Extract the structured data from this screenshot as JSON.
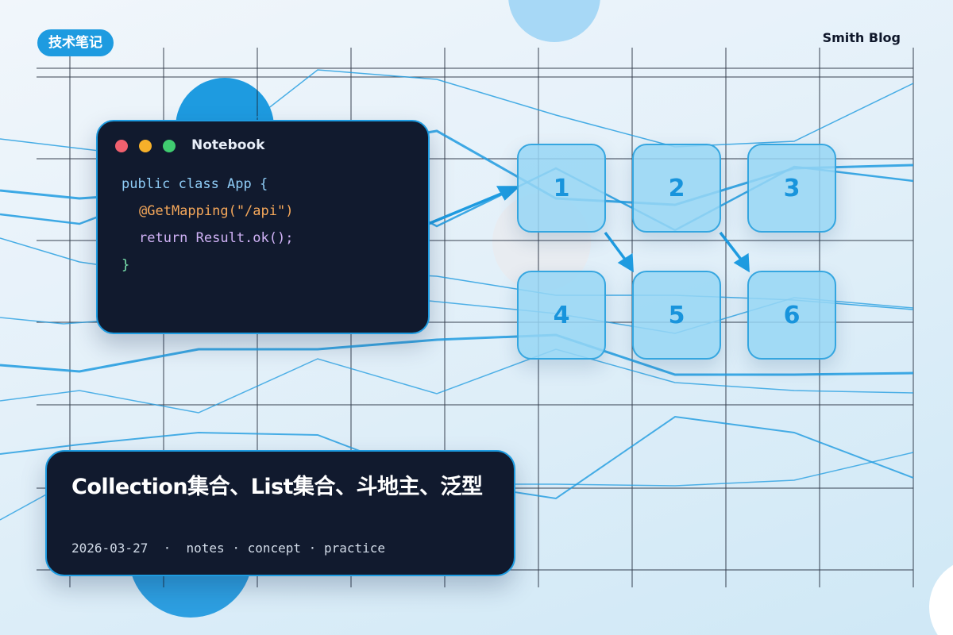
{
  "header": {
    "tag_label": "技术笔记",
    "brand": "Smith Blog"
  },
  "code_window": {
    "title": "Notebook",
    "lines": [
      "public class App {",
      "@GetMapping(\"/api\")",
      "return Result.ok();",
      "}"
    ]
  },
  "tiles": [
    "1",
    "2",
    "3",
    "4",
    "5",
    "6"
  ],
  "post": {
    "title": "Collection集合、List集合、斗地主、泛型",
    "date": "2026-03-27",
    "separator_1": "·",
    "tag_1": "notes",
    "separator_2": "·",
    "tag_2": "concept",
    "separator_3": "·",
    "tag_3": "practice"
  },
  "colors": {
    "accent": "#1e9be0",
    "card_bg": "#111a2e",
    "tile_bg": "#96d6f4",
    "tile_text": "#1894dc"
  }
}
